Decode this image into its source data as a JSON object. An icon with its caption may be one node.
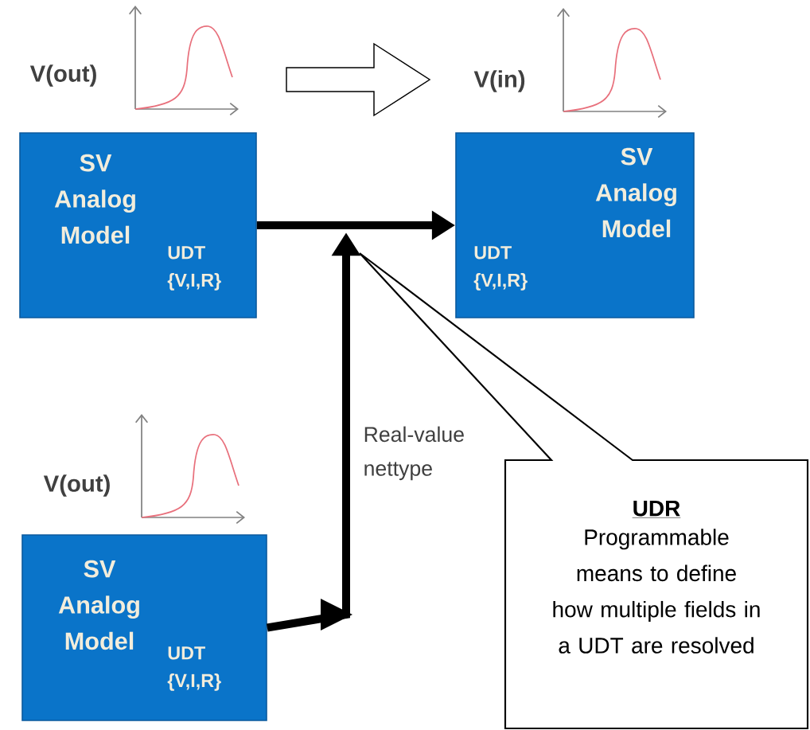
{
  "diagram": {
    "nodes": [
      {
        "text": [
          "SV Analog Model",
          "UDT {V,I,R}"
        ],
        "beside": [
          "V(out)"
        ]
      },
      {
        "text": [
          "SV Analog Model",
          "UDT {V,I,R}"
        ],
        "beside": [
          "V(in)"
        ]
      },
      {
        "text": [
          "SV Analog Model",
          "UDT {V,I,R}"
        ],
        "beside": [
          "V(out)"
        ]
      },
      {
        "text": [
          "UDR",
          "Programmable means to define how multiple fields in a UDT are resolved"
        ]
      }
    ],
    "edges": [
      {
        "from": 0,
        "to": 1,
        "arrow": "to"
      },
      {
        "from": 2,
        "to": null,
        "arrow": "to",
        "label": "Real-value nettype"
      }
    ]
  }
}
